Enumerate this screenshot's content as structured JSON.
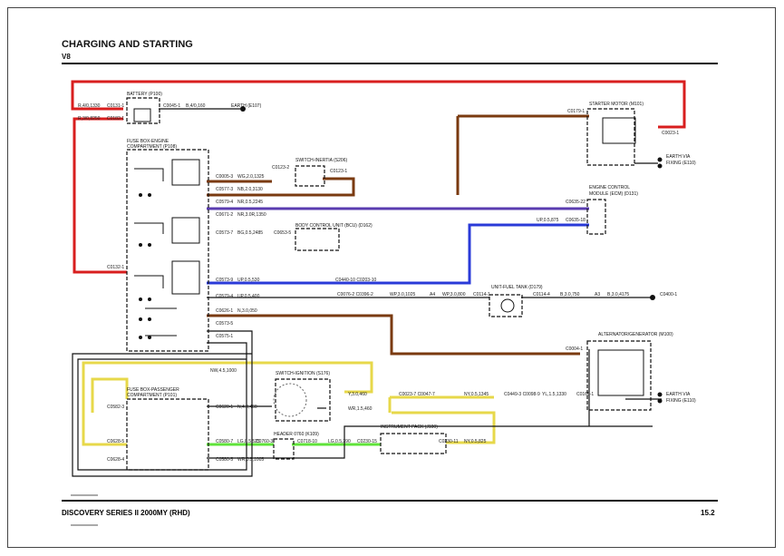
{
  "page": {
    "title": "CHARGING AND STARTING",
    "subtitle": "V8",
    "footer_left": "DISCOVERY SERIES II 2000MY (RHD)",
    "footer_right": "15.2"
  },
  "components": {
    "battery": "BATTERY (P100)",
    "earth_e107": "EARTH (E107)",
    "starter": "STARTER MOTOR (M101)",
    "earth_e110a": [
      "EARTH VIA",
      "FIXING (E110)"
    ],
    "fusebox_engine": [
      "FUSE BOX-ENGINE",
      "COMPARTMENT (P108)"
    ],
    "switch_inertia": "SWITCH-INERTIA (S206)",
    "ecm": [
      "ENGINE CONTROL",
      "MODULE (ECM) (D131)"
    ],
    "bcu": "BODY CONTROL UNIT (BCU) (D162)",
    "fuel_tank": "UNIT-FUEL TANK (D179)",
    "alternator": "ALTERNATOR/GENERATOR (M100)",
    "earth_e110b": [
      "EARTH VIA",
      "FIXING (E110)"
    ],
    "switch_ignition": "SWITCH-IGNITION (S176)",
    "fusebox_pass": [
      "FUSE BOX-PASSENGER",
      "COMPARTMENT (P101)"
    ],
    "header": "HEADER 0760 (K109)",
    "instrument_pack": "INSTRUMENT PACK (J100)"
  },
  "wire_labels": {
    "bat_r1": "R,4/0,1330",
    "bat_r2": "R,3/0,8250",
    "c0131": "C0131-1",
    "c0182": "C0182-1",
    "c0045": "C0045-1",
    "b40": "B,4/0,160",
    "c0179": "C0179-1",
    "c0023": "C0023-1",
    "c0005_3": "C0005-3",
    "wg": "WG,2.0,1325",
    "c0123_2": "C0123-2",
    "c0123_1": "C0123-1",
    "c0577_3": "C0577-3",
    "nb": "NB,2.0,3130",
    "c0579_4": "C0579-4",
    "nr": "NR,0.5,2245",
    "c0635_22": "C0635-22",
    "c0671_2": "C0671-2",
    "nr2": "NR,3.0R,1350",
    "c0573_7": "C0573-7",
    "bg": "BG,0.5,2485",
    "c0653_5": "C0653-5",
    "up875": "UP,0.5,875",
    "c0635_18": "C0635-18",
    "c0132": "C0132-1",
    "c0573_9": "C0573-9",
    "up530": "UP,0.5,530",
    "c0440": "C0440-10  C0203-10",
    "c0579_4b": "C0579-4",
    "up400": "UP,0.5,400",
    "c0076": "C0076-2  C0396-2",
    "wp1": "WP,3.0,1025",
    "a4": "A4",
    "wp2": "WP,3.0,800",
    "c0114_1": "C0114-1",
    "c0114_4": "C0114-4",
    "b750": "B,3.0,750",
    "a3": "A3",
    "b4175": "B,3.0,4175",
    "c0400": "C0400-1",
    "c0626": "C0626-1",
    "n050": "N,3.0,050",
    "c0573_5": "C0573-5",
    "c0575": "C0575-1",
    "c0004": "C0004-1",
    "nw": "NW,4.5,1000",
    "c0582_3": "C0582-3",
    "c0620_1": "C0620-1",
    "n460": "N,4.0,460",
    "y460": "Y,3.0,460",
    "wr": "WR,1.5,460",
    "c0023_7": "C0023-7  C0047-7",
    "ny1345": "NY,0.5,1345",
    "c0449": "C0449-3 C0098-9",
    "yl1": "YL,1.5,1330",
    "c0165": "C0165-1",
    "c0628_5": "C0628-5",
    "c0580_7": "C0580-7",
    "lg525": "LG,0.5,525",
    "c0760": "C0760-3",
    "c0718": "C0718-10",
    "lg390": "LG,0.5,390",
    "c0230_15": "C0230-15",
    "c0230_11": "C0230-11",
    "ny825": "NY,0.5,825",
    "c0628_4": "C0628-4",
    "c0580_5": "C0580-5",
    "wr1005": "WR,0.5,1005"
  },
  "colors": {
    "red": "#d81e1e",
    "brown": "#7a3a10",
    "purple": "#5a3cb0",
    "blue": "#2a3ad8",
    "yellow": "#e7d84a",
    "green": "#5fe33a",
    "black": "#111111"
  }
}
